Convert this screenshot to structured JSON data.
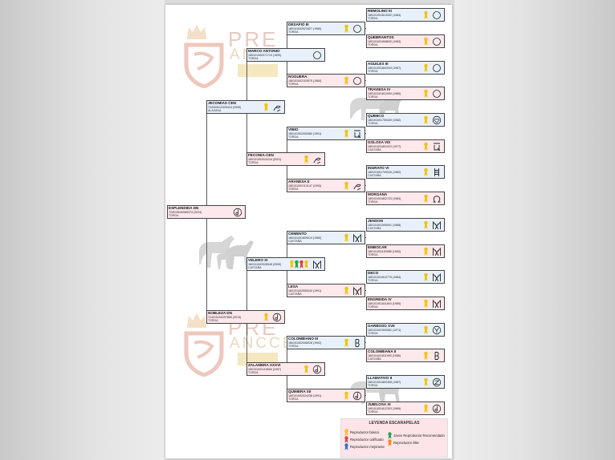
{
  "watermark": {
    "line1": "PRE",
    "line2": "ANCCE",
    "line3": "LG"
  },
  "horses": {
    "root": {
      "name": "ESPLENDIDA DN",
      "id": "724015040065373 (2024)",
      "coat": "TORDA",
      "brand": "circle-lowercase-d-brand-icon"
    },
    "p1": {
      "name": "JECOMIAS CEN",
      "id": "724009012429424 (2009)",
      "coat": "ALAZANA",
      "brand": "swirl-brand-icon"
    },
    "p2": {
      "name": "NOBLEZA DN",
      "id": "724015100297865 (2013)",
      "coat": "TORDA",
      "brand": "circle-lowercase-d-brand-icon"
    },
    "g1": {
      "name": "MARCO ANTONIO",
      "id": "180101002071713 (1999)",
      "coat": "TORDA",
      "brand": "circle-brand-icon"
    },
    "g2": {
      "name": "FECONIA-CEN",
      "id": "180101002024244 (2001)",
      "coat": "TORDA",
      "brand": "swirl-brand-icon"
    },
    "g3": {
      "name": "VELERO XI",
      "id": "180101002026548 (2000)",
      "coat": "CASTAÑA",
      "brand": "m-brand-icon"
    },
    "g4": {
      "name": "ZALAMERA XXXVI",
      "id": "180101002119606 (1997)",
      "coat": "TORDA",
      "brand": "circle-lowercase-d-brand-icon"
    },
    "gg1": {
      "name": "DESAFIO III",
      "id": "180101002021827 (1980)",
      "coat": "TORDA",
      "brand": "circle-brand-icon"
    },
    "gg2": {
      "name": "NOGUERA",
      "id": "180101002103975 (1984)",
      "coat": "TORDA",
      "brand": "circle-brand-icon"
    },
    "gg3": {
      "name": "VIBIO",
      "id": "180101002050580 (1991)",
      "coat": "TORDA",
      "brand": "q-brand-icon"
    },
    "gg4": {
      "name": "ARANESA II",
      "id": "180101002110147 (1993)",
      "coat": "TORDA",
      "brand": "swirl-brand-icon"
    },
    "gg5": {
      "name": "CEMENTO",
      "id": "180101001809014 (1980)",
      "coat": "CASTAÑA",
      "brand": "m-brand-icon"
    },
    "gg6": {
      "name": "LESA",
      "id": "180101002050040 (1991)",
      "coat": "CASTAÑA",
      "brand": "m-brand-icon"
    },
    "gg7": {
      "name": "COLOMBIANO III",
      "id": "180101002008028 (1992)",
      "coat": "TORDA",
      "brand": "b-brand-icon"
    },
    "gg8": {
      "name": "QUIMERA XII",
      "id": "180101002024238 (1991)",
      "coat": "TORDA",
      "brand": "circle-lowercase-d-brand-icon"
    },
    "ggg1": {
      "name": "REMOLINO III",
      "id": "180101001813332 (1984)",
      "coat": "TORDA",
      "brand": "circle-brand-icon"
    },
    "ggg2": {
      "name": "QUEBRANTOS",
      "id": "180101001808830 (1983)",
      "coat": "TORDA",
      "brand": "circle-brand-icon"
    },
    "ggg3": {
      "name": "AGUILES III",
      "id": "180101001802033 (1987)",
      "coat": "TORDA",
      "brand": "circle-brand-icon"
    },
    "ggg4": {
      "name": "TRAVIESA IV",
      "id": "180101001813499 (1980)",
      "coat": "TORDA",
      "brand": "circle-brand-icon"
    },
    "ggg5": {
      "name": "QUIMICO",
      "id": "180101001700409 (1982)",
      "coat": "TORDA",
      "brand": "heart-brand-icon"
    },
    "ggg6": {
      "name": "GOLOSA VIII",
      "id": "180101001801023 (1977)",
      "coat": "CASTAÑA",
      "brand": "q-brand-icon"
    },
    "ggg7": {
      "name": "INGRATO VI",
      "id": "180101001700026 (1982)",
      "coat": "CASTAÑA",
      "brand": "ladder-brand-icon"
    },
    "ggg8": {
      "name": "MORGANA",
      "id": "180101001802723 (1984)",
      "coat": "TORDA",
      "brand": "omega-brand-icon"
    },
    "ggg9": {
      "name": "JENSON",
      "id": "180101001500091 (1968)",
      "coat": "CASTAÑA",
      "brand": "m-brand-icon"
    },
    "ggg10": {
      "name": "EMBOCAR",
      "id": "180101001150985 (1983)",
      "coat": "TORDA",
      "brand": "m-brand-icon"
    },
    "ggg11": {
      "name": "DECO",
      "id": "180101001812775 (1984)",
      "coat": "TORDA",
      "brand": "m-brand-icon"
    },
    "ggg12": {
      "name": "ENGREIDA IV",
      "id": "180101001811604 (1985)",
      "coat": "TORDA",
      "brand": "m-brand-icon"
    },
    "ggg13": {
      "name": "GARBOSO XVII",
      "id": "180101001500081 (1971)",
      "coat": "TORDA",
      "brand": "y-circle-brand-icon"
    },
    "ggg14": {
      "name": "COLOMBIANA II",
      "id": "180101001811993 (1985)",
      "coat": "CASTAÑA",
      "brand": "b-brand-icon"
    },
    "ggg15": {
      "name": "LLAMATIVO II",
      "id": "180101001800408 (1987)",
      "coat": "TORDA",
      "brand": "z-circle-brand-icon"
    },
    "ggg16": {
      "name": "JUBILOSA XI",
      "id": "180101001812303 (1985)",
      "coat": "TORDA",
      "brand": "circle-lowercase-d-brand-icon"
    }
  },
  "legend": {
    "title": "LEYENDA ESCARAPELAS",
    "items": [
      {
        "label": "Reproductor básico",
        "color": "#f2c40f"
      },
      {
        "label": "Reproductor calificado",
        "color": "#e0453a"
      },
      {
        "label": "Reproductor mejorante",
        "color": "#2f6fcf"
      },
      {
        "label": "Joven Reproductor Recomendado",
        "color": "#2aa05a"
      },
      {
        "label": "Reproductor élite",
        "color": "#f28c1b"
      }
    ]
  },
  "colors": {
    "male": "#e8f1fb",
    "female": "#fde8ec",
    "line": "#5a5a5a",
    "watermark": "#e9c9c0"
  }
}
